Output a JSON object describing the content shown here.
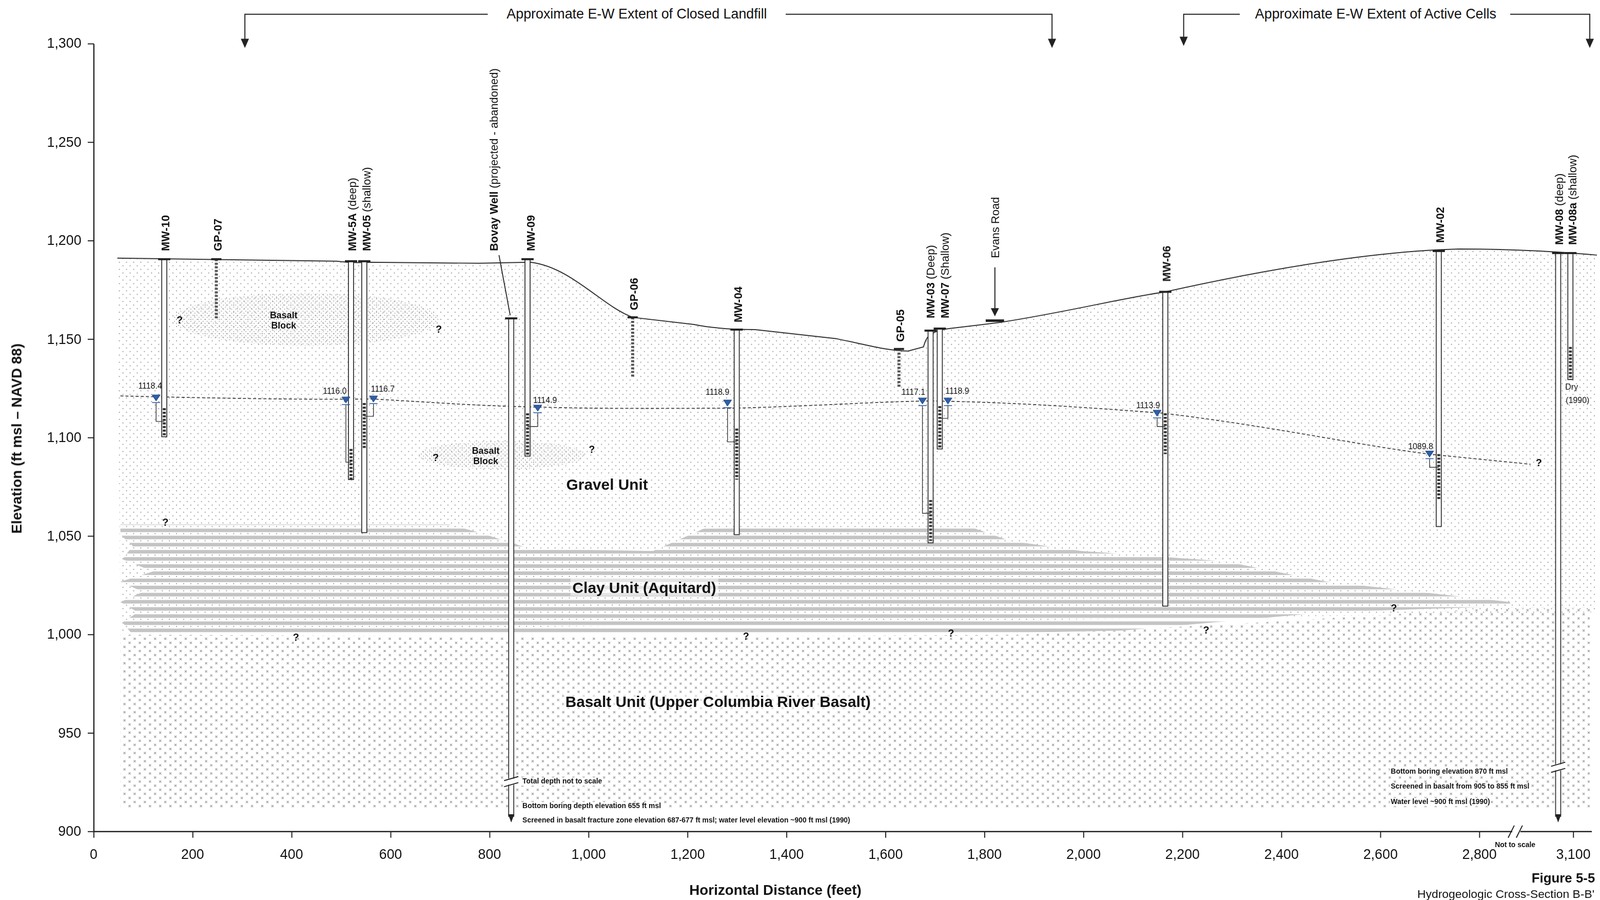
{
  "diagram": {
    "caption": "Figure 5-5",
    "labels": [
      "Approximate E-W Extent of Closed Landfill",
      "Approximate E-W Extent of Active Cells",
      "Elevation (ft msl – NAVD 88)",
      "1,300",
      "1,250",
      "1,200",
      "1,150",
      "1,100",
      "1,050",
      "1,000",
      "950",
      "900",
      "0",
      "200",
      "400",
      "600",
      "800",
      "1,000",
      "1,200",
      "1,400",
      "1,600",
      "1,800",
      "2,000",
      "2,200",
      "2,400",
      "2,600",
      "2,800",
      "3,100",
      "Horizontal Distance (feet)",
      "MW-10",
      "GP-07",
      "MW-5A",
      "(deep)",
      "MW-05",
      "(shallow)",
      "Bovay Well",
      "(projected - abandoned)",
      "MW-09",
      "GP-06",
      "MW-04",
      "GP-05",
      "MW-03",
      "(Deep)",
      "MW-07",
      "(Shallow)",
      "Evans Road",
      "MW-06",
      "MW-02",
      "MW-08",
      "(deep)",
      "MW-08a",
      "(shallow)",
      "1118.4",
      "1116.0",
      "1116.7",
      "1114.9",
      "1118.9",
      "1117.1",
      "1118.9",
      "1113.9",
      "1089.8",
      "Dry",
      "(1990)",
      "Basalt Block",
      "Basalt Block",
      "?",
      "?",
      "?",
      "?",
      "?",
      "?",
      "?",
      "?",
      "?",
      "?",
      "?",
      "Gravel Unit",
      "Clay Unit (Aquitard)",
      "Basalt Unit (Upper Columbia River Basalt)",
      "Total depth not to scale",
      "Bottom boring depth elevation 655 ft msl",
      "Screened in basalt fracture zone elevation 687-677 ft msl; water level elevation ~900 ft msl (1990)",
      "Bottom boring elevation 870 ft msl",
      "Screened in basalt from 905 to 855 ft msl",
      "Water level ~900 ft msl (1990)",
      "Not to scale",
      "Hydrogeologic Cross-Section B-B'"
    ]
  }
}
